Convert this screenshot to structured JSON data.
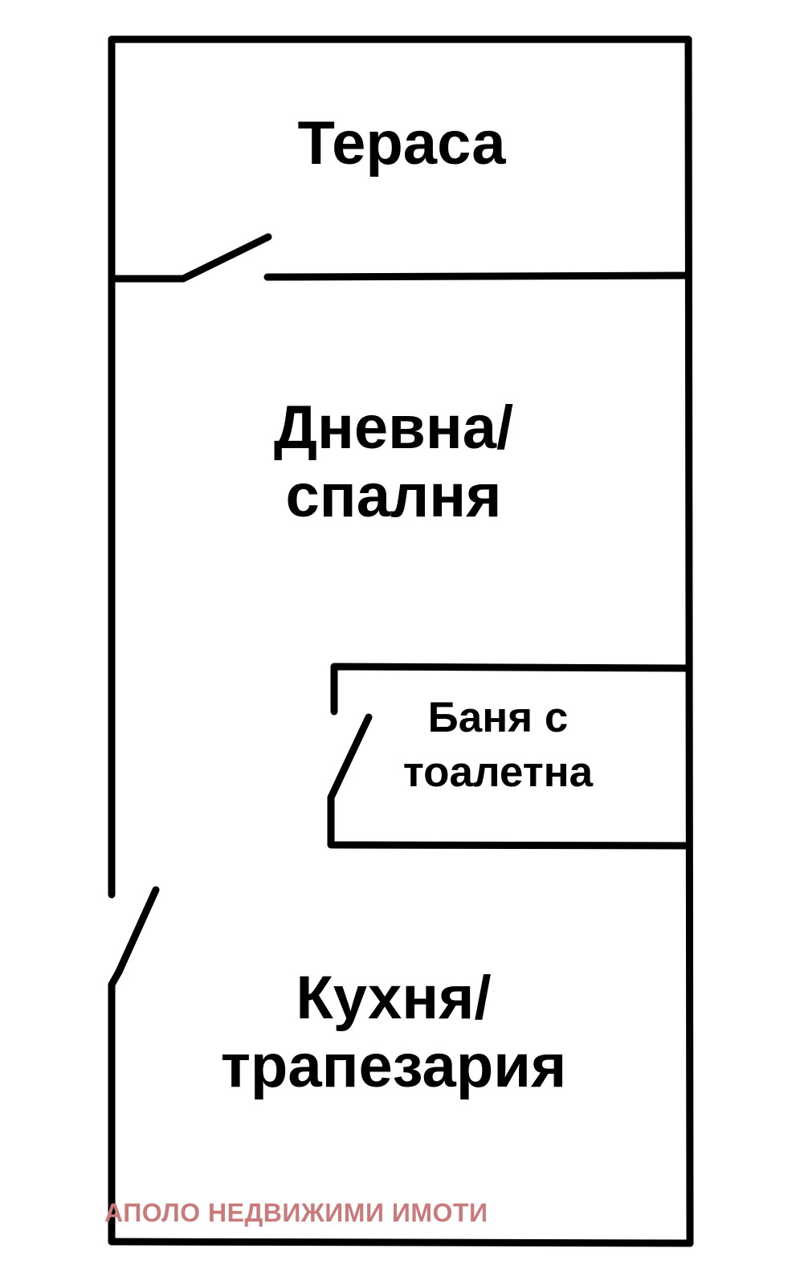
{
  "plan": {
    "terrace": {
      "label": "Тераса"
    },
    "living_room": {
      "lines": [
        "Дневна/",
        "спалня"
      ]
    },
    "bathroom": {
      "lines": [
        "Баня с",
        "тоалетна"
      ]
    },
    "kitchen": {
      "lines": [
        "Кухня/",
        "трапезария"
      ]
    }
  },
  "watermark": {
    "text": "АПОЛО НЕДВИЖИМИ ИМОТИ",
    "color": "#c97b7b"
  },
  "colors": {
    "wall": "#000000",
    "background": "#ffffff"
  }
}
